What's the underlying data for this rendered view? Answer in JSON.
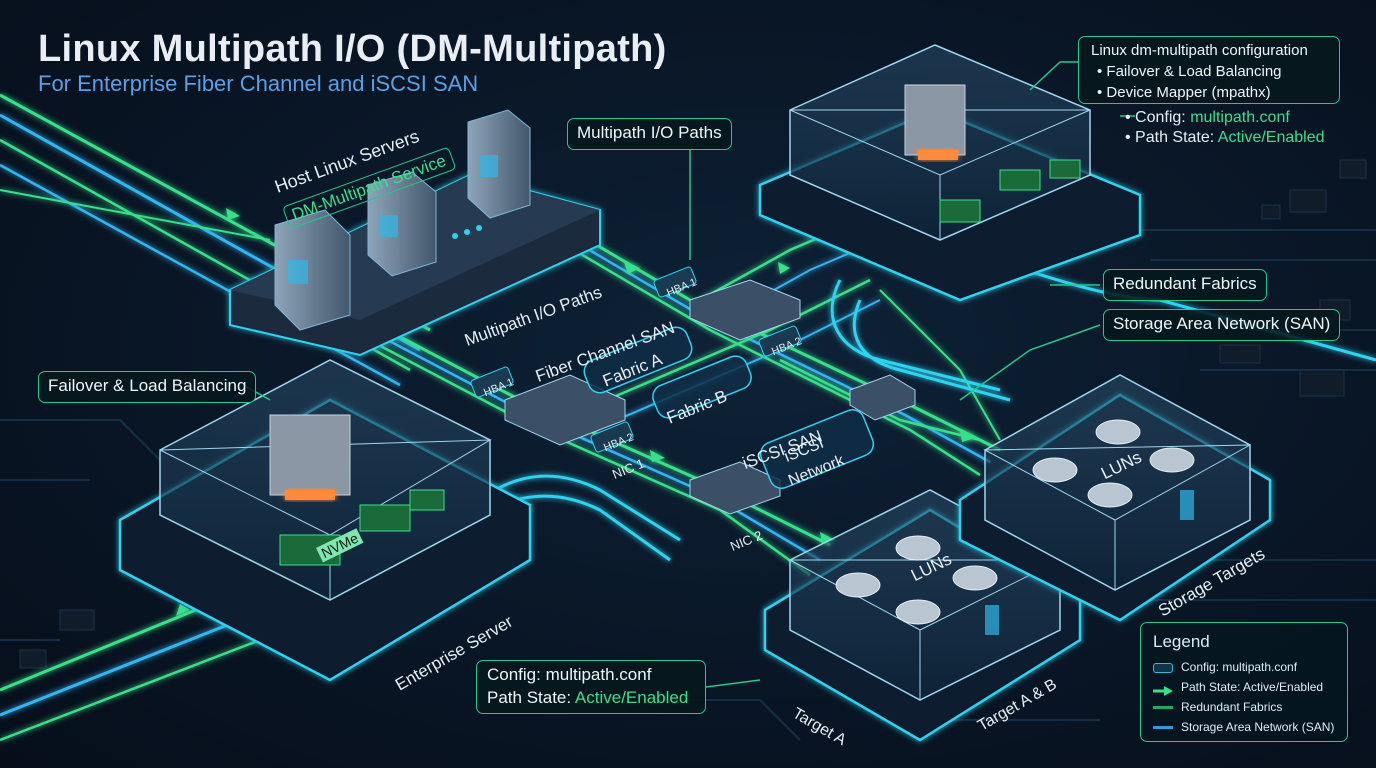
{
  "header": {
    "title": "Linux Multipath I/O (DM-Multipath)",
    "subtitle": "For Enterprise Fiber Channel and iSCSI SAN"
  },
  "config_box": {
    "heading": "Linux dm-multipath configuration",
    "items": [
      "• Failover & Load Balancing",
      "• Device Mapper (mpathx)"
    ],
    "config_label": "• Config: ",
    "config_value": "multipath.conf",
    "state_label": "• Path State: ",
    "state_value": "Active/Enabled"
  },
  "callouts": {
    "multipath_paths": "Multipath I/O Paths",
    "failover": "Failover & Load Balancing",
    "redundant": "Redundant Fabrics",
    "san": "Storage Area Network (SAN)"
  },
  "bottom_box": {
    "config_label": "Config: multipath.conf",
    "state_label": "Path State: ",
    "state_value": "Active/Enabled"
  },
  "diagram_labels": {
    "host_servers": "Host Linux Servers",
    "dm_service": "DM-Multipath Service",
    "multipath_paths_diag": "Multipath I/O Paths",
    "fc_san": "Fiber Channel SAN",
    "fabric_a": "Fabric A",
    "fabric_b": "Fabric B",
    "iscsi_san": "iSCSI SAN",
    "iscsi_network_1": "iSCSI",
    "iscsi_network_2": "Network",
    "hba1_top": "HBA 1",
    "hba2_top": "HBA 2",
    "hba1_left": "HBA 1",
    "hba2_left": "HBA 2",
    "nic1": "NIC 1",
    "nic2": "NIC 2",
    "enterprise_server": "Enterprise Server",
    "luns_a": "LUNs",
    "luns_b": "LUNs",
    "target_a": "Target A",
    "target_ab": "Target A & B",
    "storage_targets": "Storage Targets",
    "nvme": "NVMe"
  },
  "legend": {
    "title": "Legend",
    "items": [
      {
        "label": "Config: multipath.conf",
        "color": "#2fb8d8"
      },
      {
        "label": "Path State: Active/Enabled",
        "color": "#39e08a"
      },
      {
        "label": "Redundant Fabrics",
        "color": "#1faa66"
      },
      {
        "label": "Storage Area Network (SAN)",
        "color": "#2b9be0"
      }
    ]
  },
  "colors": {
    "path_green": "#39e08a",
    "path_blue": "#33b6f0",
    "accent_cyan": "#2fd3f0",
    "border_green": "#22c98a"
  }
}
